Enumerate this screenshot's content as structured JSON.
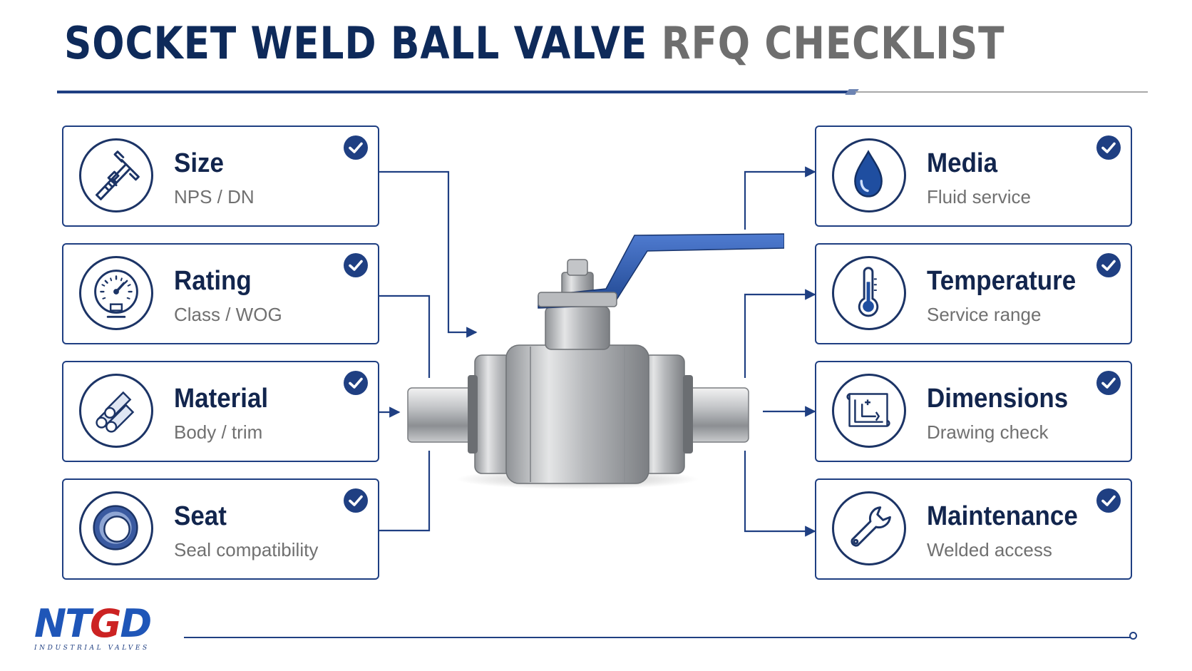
{
  "title": {
    "part1": "SOCKET WELD BALL VALVE",
    "part2": "RFQ CHECKLIST"
  },
  "colors": {
    "navy": "#12254d",
    "brand_blue": "#1f3f82",
    "gray": "#707070",
    "handle_blue": "#2f5db5"
  },
  "left_items": [
    {
      "title": "Size",
      "subtitle": "NPS / DN",
      "icon": "caliper-icon",
      "checked": true
    },
    {
      "title": "Rating",
      "subtitle": "Class / WOG",
      "icon": "pressure-gauge-icon",
      "checked": true
    },
    {
      "title": "Material",
      "subtitle": "Body / trim",
      "icon": "metal-bars-icon",
      "checked": true
    },
    {
      "title": "Seat",
      "subtitle": "Seal compatibility",
      "icon": "seal-ring-icon",
      "checked": true
    }
  ],
  "right_items": [
    {
      "title": "Media",
      "subtitle": "Fluid service",
      "icon": "water-drop-icon",
      "checked": true
    },
    {
      "title": "Temperature",
      "subtitle": "Service range",
      "icon": "thermometer-icon",
      "checked": true
    },
    {
      "title": "Dimensions",
      "subtitle": "Drawing check",
      "icon": "blueprint-icon",
      "checked": true
    },
    {
      "title": "Maintenance",
      "subtitle": "Welded access",
      "icon": "wrench-icon",
      "checked": true
    }
  ],
  "logo": {
    "mark_a": "NT",
    "mark_accent": "G",
    "mark_b": "D",
    "tagline": "INDUSTRIAL VALVES"
  }
}
